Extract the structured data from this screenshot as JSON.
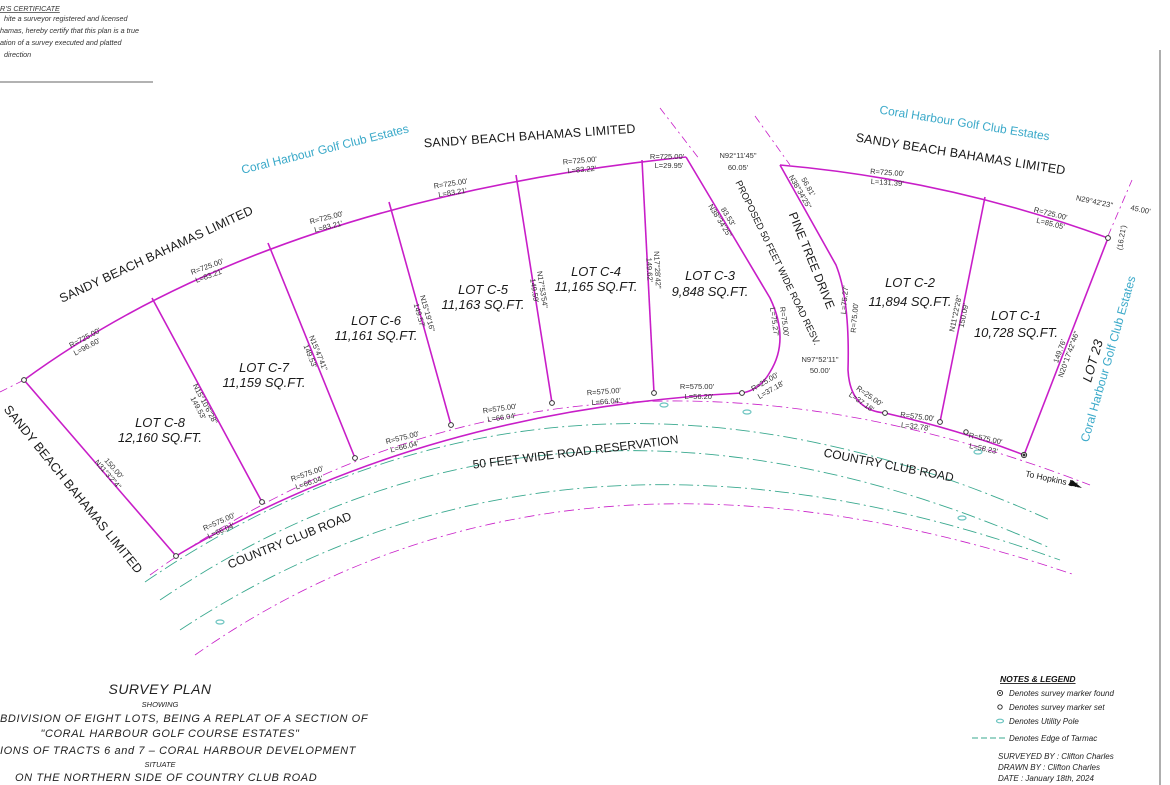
{
  "certificate": {
    "heading": "R'S CERTIFICATE",
    "lines": [
      "hite a surveyor registered and licensed",
      "hamas, hereby certify that this plan is a true",
      "ation of a survey executed and platted",
      "direction"
    ]
  },
  "owners": {
    "north": "SANDY BEACH BAHAMAS LIMITED",
    "northwest": "SANDY BEACH BAHAMAS LIMITED",
    "west": "SANDY BEACH BAHAMAS LIMITED",
    "northeast": "SANDY BEACH BAHAMAS LIMITED"
  },
  "estates": {
    "north": "Coral Harbour Golf Club Estates",
    "northeast": "Coral Harbour Golf Club Estates",
    "east": "Coral Harbour Golf Club Estates"
  },
  "lots": [
    {
      "name": "LOT C-8",
      "area": "12,160 SQ.FT."
    },
    {
      "name": "LOT C-7",
      "area": "11,159 SQ.FT."
    },
    {
      "name": "LOT C-6",
      "area": "11,161 SQ.FT."
    },
    {
      "name": "LOT C-5",
      "area": "11,163 SQ.FT."
    },
    {
      "name": "LOT C-4",
      "area": "11,165 SQ.FT."
    },
    {
      "name": "LOT C-3",
      "area": "9,848 SQ.FT."
    },
    {
      "name": "LOT C-2",
      "area": "11,894 SQ.FT."
    },
    {
      "name": "LOT C-1",
      "area": "10,728 SQ.FT."
    }
  ],
  "lot23": "LOT 23",
  "curves": {
    "north": [
      {
        "r": "R=725.00'",
        "l": "L=96.60'"
      },
      {
        "r": "R=725.00'",
        "l": "L=83.21'"
      },
      {
        "r": "R=725.00'",
        "l": "L=83.21'"
      },
      {
        "r": "R=725.00'",
        "l": "L=83.21'"
      },
      {
        "r": "R=725.00'",
        "l": "L=83.22'"
      },
      {
        "r": "R=725.00'",
        "l": "L=29.95'"
      },
      {
        "r": "R=725.00'",
        "l": "L=131.39'"
      },
      {
        "r": "R=725.00'",
        "l": "L=85.05'"
      }
    ],
    "south": [
      {
        "r": "R=575.00'",
        "l": "L=66.04'"
      },
      {
        "r": "R=575.00'",
        "l": "L=66.04'"
      },
      {
        "r": "R=575.00'",
        "l": "L=66.04'"
      },
      {
        "r": "R=575.00'",
        "l": "L=66.04'"
      },
      {
        "r": "R=575.00'",
        "l": "L=66.04'"
      },
      {
        "r": "R=575.00'",
        "l": "L=56.20'"
      },
      {
        "r": "R=575.00'",
        "l": "L=32.78'"
      },
      {
        "r": "R=575.00'",
        "l": "L=58.23'"
      }
    ],
    "fillet_w": {
      "r": "R=25.00'",
      "l": "L=37.18'"
    },
    "fillet_e": {
      "r": "R=25.00'",
      "l": "L=37.18'"
    }
  },
  "bearings": {
    "west_line": {
      "b": "N31°3'2\"4\"",
      "d": "150.00'"
    },
    "c8c7": {
      "b": "N15°10'6\"28\"",
      "d": "149.53'"
    },
    "c7c6": {
      "b": "N15°47'41\"",
      "d": "149.53'"
    },
    "c6c5": {
      "b": "N15°19'16\"",
      "d": "149.57'"
    },
    "c5c4": {
      "b": "N17°53'54\"",
      "d": "149.59'"
    },
    "c4c3": {
      "b": "N17°28'42\"",
      "d": "149.62'"
    },
    "c3_east": {
      "b": "N38°34'25\"",
      "d": "83.53'"
    },
    "c3_curve": {
      "b": "L=75.27'",
      "d": "R=75.00'"
    },
    "n_top": {
      "b": "N92°11'45\"",
      "d": "60.05'"
    },
    "c2_west": {
      "b": "N38°34'25\"",
      "d": "56.81'"
    },
    "c2_curve": {
      "b": "L=75.27'",
      "d": "R=75.00'"
    },
    "n_bottom": {
      "b": "N97°52'11\"",
      "d": "50.00'"
    },
    "c2c1": {
      "b": "N11°22'28\"",
      "d": "150.09'"
    },
    "east_line": {
      "b": "N20°17'42\"46\"",
      "d": "149.76'"
    },
    "ne_corner": {
      "b": "N29°42'23\"",
      "d": "45.00'"
    },
    "ne_short": "(16.21')"
  },
  "roads": {
    "pine_tree": "PINE TREE DRIVE",
    "proposed": "PROPOSED 50 FEET WIDE ROAD RESV.",
    "reservation": "50 FEET WIDE ROAD RESERVATION",
    "country_club_w": "COUNTRY CLUB ROAD",
    "country_club_e": "COUNTRY CLUB ROAD",
    "to_hopkins": "To Hopkins Dr."
  },
  "title": {
    "heading": "SURVEY PLAN",
    "showing": "SHOWING",
    "line1": "BDIVISION OF EIGHT LOTS, BEING A REPLAT OF A SECTION OF",
    "line2": "\"CORAL HARBOUR GOLF COURSE ESTATES\"",
    "line3": "IONS OF TRACTS 6 and 7 – CORAL HARBOUR DEVELOPMENT",
    "situate": "SITUATE",
    "line4": "ON THE NORTHERN SIDE OF COUNTRY CLUB ROAD"
  },
  "legend": {
    "heading": "NOTES & LEGEND",
    "items": [
      {
        "symbol": "marker-found-icon",
        "text": "Denotes survey marker found"
      },
      {
        "symbol": "marker-set-icon",
        "text": "Denotes survey marker set"
      },
      {
        "symbol": "utility-pole-icon",
        "text": "Denotes Utility Pole"
      },
      {
        "symbol": "tarmac-edge-icon",
        "text": "Denotes Edge of Tarmac"
      }
    ],
    "surveyed_by": "SURVEYED BY :  Clifton Charles",
    "drawn_by": "DRAWN BY :  Clifton Charles",
    "date": "DATE        :  January 18th, 2024"
  },
  "colors": {
    "boundary": "#c81ec8",
    "annotation": "#3aa9c9",
    "tarmac": "#3aa98f"
  }
}
